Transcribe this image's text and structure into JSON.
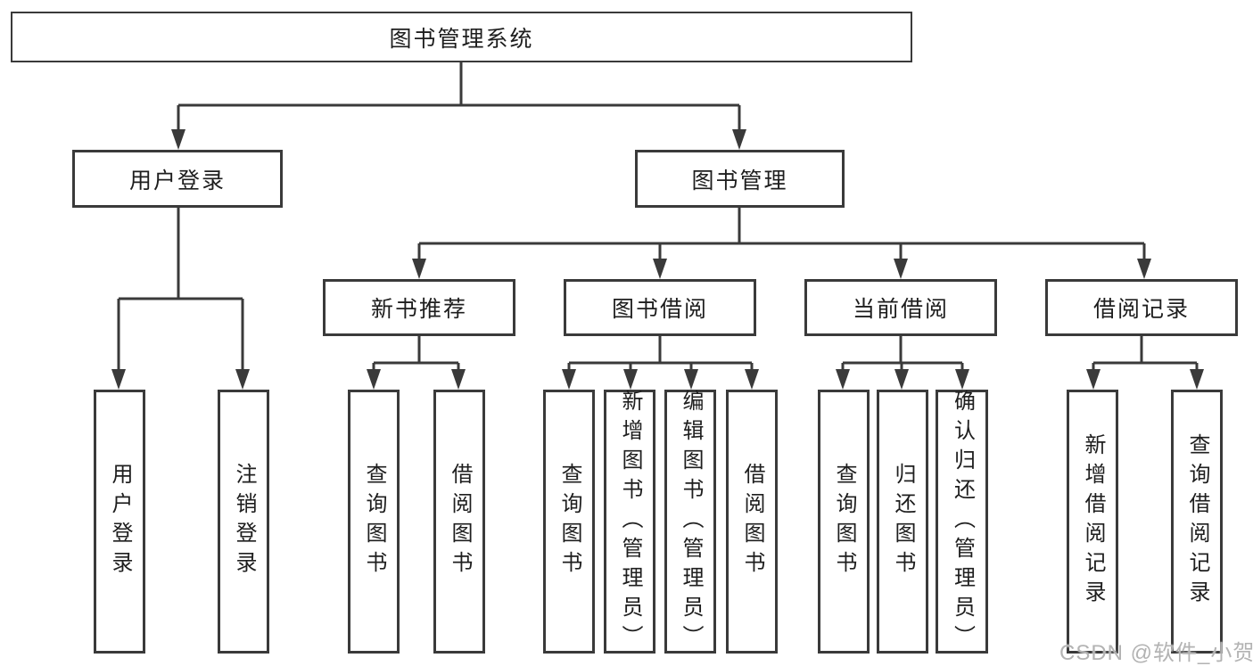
{
  "colors": {
    "line": "#3a3a3a",
    "text": "#1e1e1e",
    "watermark": "#b3b3b3",
    "background": "#ffffff"
  },
  "watermark": {
    "text": "CSDN @软件_小贺同学"
  },
  "tree": {
    "root": {
      "label": "图书管理系统"
    },
    "branches": [
      {
        "label": "用户登录",
        "children": [
          {
            "label": "用户登录"
          },
          {
            "label": "注销登录"
          }
        ]
      },
      {
        "label": "图书管理",
        "children": [
          {
            "label": "新书推荐",
            "children": [
              {
                "label": "查询图书"
              },
              {
                "label": "借阅图书"
              }
            ]
          },
          {
            "label": "图书借阅",
            "children": [
              {
                "label": "查询图书"
              },
              {
                "label": "新增图书（管理员）"
              },
              {
                "label": "编辑图书（管理员）"
              },
              {
                "label": "借阅图书"
              }
            ]
          },
          {
            "label": "当前借阅",
            "children": [
              {
                "label": "查询图书"
              },
              {
                "label": "归还图书"
              },
              {
                "label": "确认归还（管理员）"
              }
            ]
          },
          {
            "label": "借阅记录",
            "children": [
              {
                "label": "新增借阅记录"
              },
              {
                "label": "查询借阅记录"
              }
            ]
          }
        ]
      }
    ]
  }
}
